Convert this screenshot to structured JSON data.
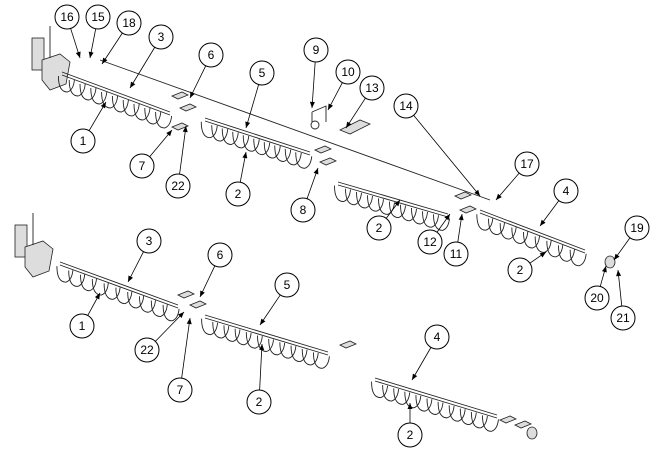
{
  "diagram": {
    "top_assembly": {
      "callouts": [
        {
          "label": "16"
        },
        {
          "label": "15"
        },
        {
          "label": "18"
        },
        {
          "label": "3"
        },
        {
          "label": "6"
        },
        {
          "label": "5"
        },
        {
          "label": "9"
        },
        {
          "label": "10"
        },
        {
          "label": "13"
        },
        {
          "label": "14"
        },
        {
          "label": "1"
        },
        {
          "label": "7"
        },
        {
          "label": "22"
        },
        {
          "label": "2"
        },
        {
          "label": "8"
        },
        {
          "label": "17"
        },
        {
          "label": "4"
        },
        {
          "label": "2"
        },
        {
          "label": "12"
        },
        {
          "label": "11"
        },
        {
          "label": "2"
        },
        {
          "label": "19"
        },
        {
          "label": "20"
        },
        {
          "label": "21"
        }
      ]
    },
    "bottom_assembly": {
      "callouts": [
        {
          "label": "3"
        },
        {
          "label": "6"
        },
        {
          "label": "5"
        },
        {
          "label": "1"
        },
        {
          "label": "22"
        },
        {
          "label": "7"
        },
        {
          "label": "2"
        },
        {
          "label": "4"
        },
        {
          "label": "2"
        }
      ]
    }
  }
}
